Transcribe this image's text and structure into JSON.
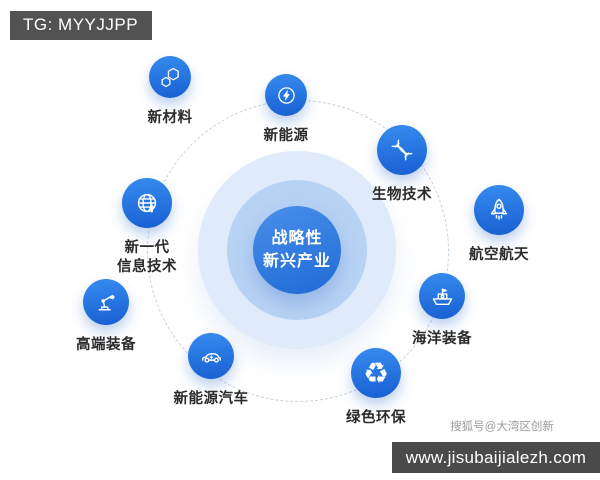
{
  "badge": {
    "text": "TG: MYYJJPP"
  },
  "diagram": {
    "center": {
      "line1": "战略性",
      "line2": "新兴产业"
    },
    "nodes": [
      {
        "label": "新材料",
        "icon": "molecule-icon"
      },
      {
        "label": "新能源",
        "icon": "lightning-icon"
      },
      {
        "label": "生物技术",
        "icon": "dna-icon"
      },
      {
        "label": "航空航天",
        "icon": "rocket-icon"
      },
      {
        "label": "海洋装备",
        "icon": "ship-icon"
      },
      {
        "label": "绿色环保",
        "icon": "recycle-icon",
        "glyph": "♻"
      },
      {
        "label": "新能源汽车",
        "icon": "electric-car-icon"
      },
      {
        "label": "高端装备",
        "icon": "robot-arm-icon"
      },
      {
        "label_line1": "新一代",
        "label_line2": "信息技术",
        "icon": "globe-icon"
      }
    ]
  },
  "footer": {
    "watermark": "搜狐号@大湾区创新",
    "url": "www.jisubaijialezh.com"
  },
  "colors": {
    "node_blue_top": "#3488ec",
    "node_blue_bottom": "#1961d4",
    "hub_blue": "#1e6ad6",
    "ring_middle": "#b7d2f3",
    "ring_outer": "#dfeafa",
    "badge_bg": "#525252",
    "bar_bg": "#4a4a4a"
  }
}
